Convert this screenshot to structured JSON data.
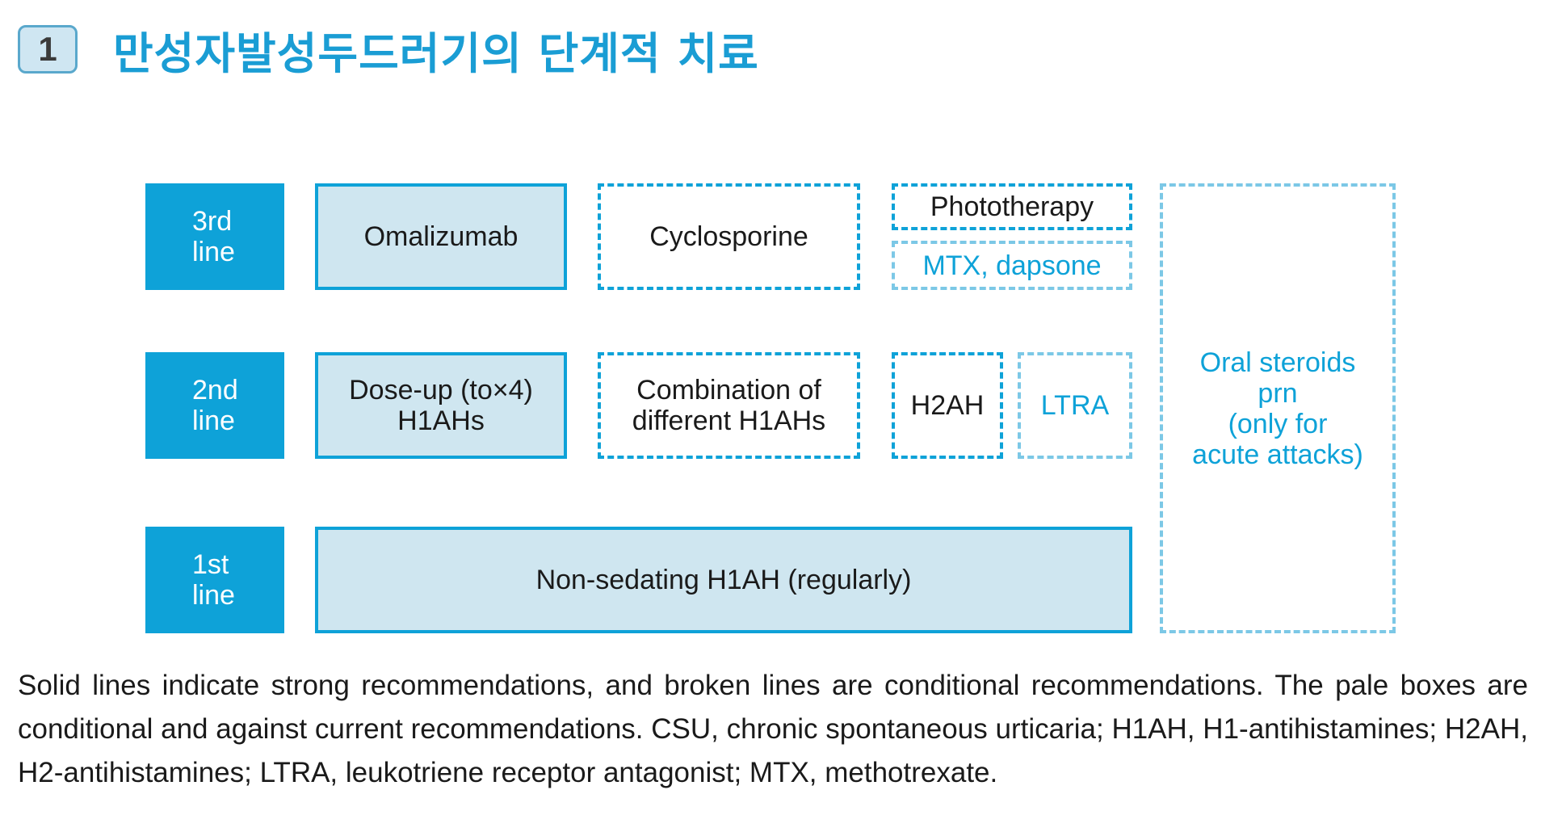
{
  "header": {
    "number": "1",
    "title": "만성자발성두드러기의 단계적 치료"
  },
  "levels": {
    "third": "3rd\nline",
    "second": "2nd\nline",
    "first": "1st\nline"
  },
  "treatments": {
    "omalizumab": "Omalizumab",
    "cyclosporine": "Cyclosporine",
    "phototherapy": "Phototherapy",
    "mtx_dapsone": "MTX, dapsone",
    "dose_up": "Dose-up (to×4)\nH1AHs",
    "combination": "Combination of\ndifferent H1AHs",
    "h2ah": "H2AH",
    "ltra": "LTRA",
    "non_sedating": "Non-sedating H1AH (regularly)",
    "oral_steroids": "Oral steroids\nprn\n(only for\nacute attacks)"
  },
  "colors": {
    "accent": "#0ea2d8",
    "pale_fill": "#cfe6f0",
    "pale_border": "#7cc8e6",
    "title": "#1a9dd4"
  },
  "caption": "Solid lines indicate strong recommendations, and broken lines are conditional recommendations. The pale boxes are conditional and against current recommendations. CSU, chronic spontaneous urticaria; H1AH, H1-antihistamines; H2AH, H2-antihistamines; LTRA, leukotriene receptor antagonist; MTX, methotrexate."
}
